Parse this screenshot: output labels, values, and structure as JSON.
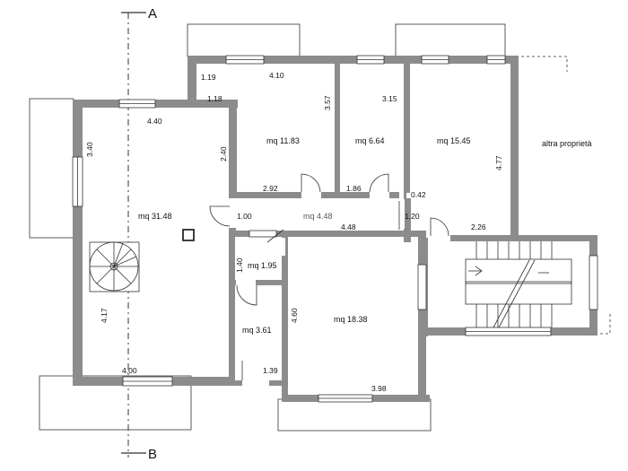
{
  "section_marks": {
    "top": "A",
    "bottom": "B"
  },
  "rooms": {
    "r1": "mq 11.83",
    "r2": "mq 6.64",
    "r3": "mq 15.45",
    "r4": "mq 31.48",
    "r5": "mq 4.48",
    "r6": "mq 1.95",
    "r7": "mq 18.38",
    "r8": "mq 3.61"
  },
  "neighbor_label": "altra proprietà",
  "dimensions": {
    "d_1_19": "1.19",
    "d_4_10": "4.10",
    "d_1_18": "1.18",
    "d_3_57": "3.57",
    "d_3_15": "3.15",
    "d_4_40": "4.40",
    "d_3_40": "3.40",
    "d_2_40": "2.40",
    "d_4_77": "4.77",
    "d_2_92": "2.92",
    "d_1_86": "1.86",
    "d_0_42": "0.42",
    "d_1_00": "1.00",
    "d_1_20": "1.20",
    "d_4_48": "4.48",
    "d_2_26": "2.26",
    "d_1_40": "1.40",
    "d_4_17": "4.17",
    "d_4_60": "4.60",
    "d_4_00": "4.00",
    "d_1_39": "1.39",
    "d_3_98": "3.98"
  }
}
